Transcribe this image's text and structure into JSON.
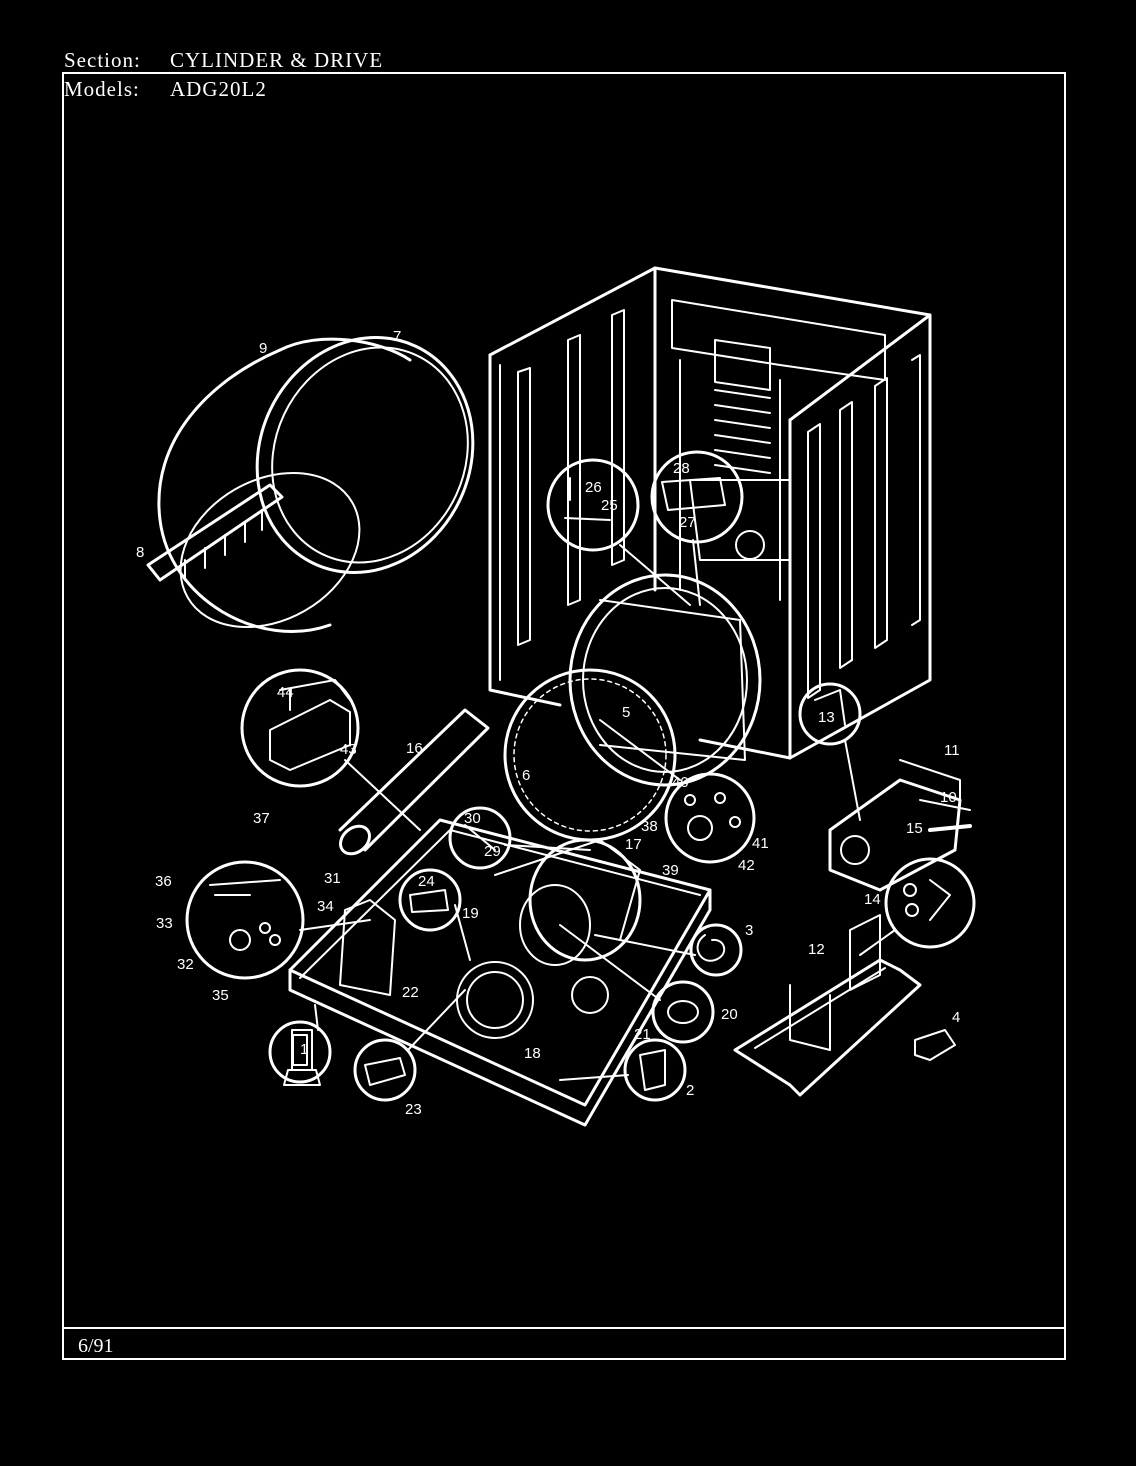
{
  "header": {
    "section_label": "Section:",
    "section_value": "CYLINDER & DRIVE",
    "models_label": "Models:",
    "models_value": "ADG20L2"
  },
  "footer": {
    "date": "6/91"
  },
  "callouts": [
    "1",
    "2",
    "3",
    "4",
    "5",
    "6",
    "7",
    "8",
    "9",
    "10",
    "11",
    "12",
    "13",
    "14",
    "15",
    "16",
    "17",
    "18",
    "19",
    "20",
    "21",
    "22",
    "23",
    "24",
    "25",
    "26",
    "27",
    "28",
    "29",
    "30",
    "31",
    "32",
    "33",
    "34",
    "35",
    "36",
    "37",
    "38",
    "39",
    "40",
    "41",
    "42",
    "43",
    "44"
  ],
  "colors": {
    "background": "#000000",
    "line": "#ffffff"
  }
}
